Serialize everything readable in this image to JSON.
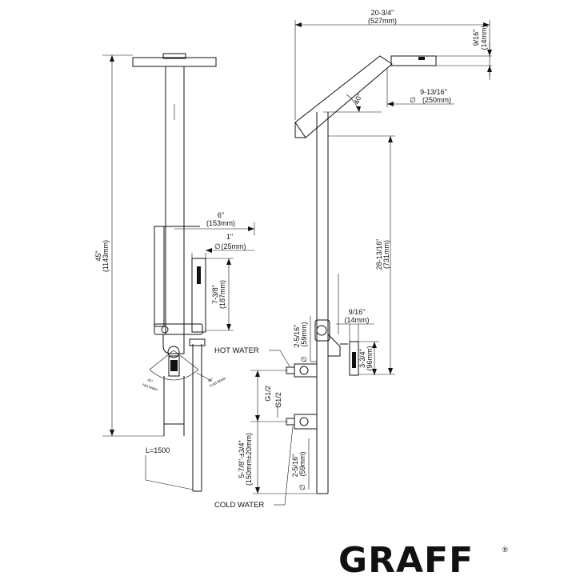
{
  "brand": {
    "name": "GRAFF",
    "mark": "®"
  },
  "front_view": {
    "height": {
      "imperial": "45\"",
      "metric": "(1143mm)"
    },
    "offset": {
      "imperial": "6\"",
      "metric": "(153mm)"
    },
    "handshower_dia": {
      "imperial": "1\"",
      "metric": "(25mm)",
      "symbol": "∅"
    },
    "handshower_len": {
      "imperial": "7-3/8\"",
      "metric": "(187mm)"
    },
    "hose": "L=1500",
    "hot_rotation": {
      "angle": "45°",
      "label": "Hot Water"
    },
    "cold_rotation": {
      "angle": "45°",
      "label": "Cold Water"
    }
  },
  "side_view": {
    "arm_length": {
      "imperial": "20-3/4\"",
      "metric": "(527mm)"
    },
    "head_thickness": {
      "imperial": "9/16\"",
      "metric": "(14mm)"
    },
    "head_dia": {
      "imperial": "9-13/16\"",
      "metric": "(250mm)",
      "symbol": "∅"
    },
    "arm_angle": "40°",
    "riser_height": {
      "imperial": "28-13/16\"",
      "metric": "(731mm)"
    },
    "pipe_dia_upper": {
      "imperial": "2-5/16\"",
      "metric": "(59mm)",
      "symbol": "∅"
    },
    "handle_thickness": {
      "imperial": "9/16\"",
      "metric": "(14mm)"
    },
    "handle_len": {
      "imperial": "3-3/4\"",
      "metric": "(96mm)"
    },
    "thread_1": "G1/2",
    "thread_2": "G1/2",
    "centers": {
      "imperial": "5-7/8\"-±3/4\"",
      "metric": "(150mm±20mm)"
    },
    "pipe_dia_lower": {
      "imperial": "2-5/16\"",
      "metric": "(59mm)",
      "symbol": "∅"
    },
    "hot_label": "HOT WATER",
    "cold_label": "COLD WATER"
  }
}
